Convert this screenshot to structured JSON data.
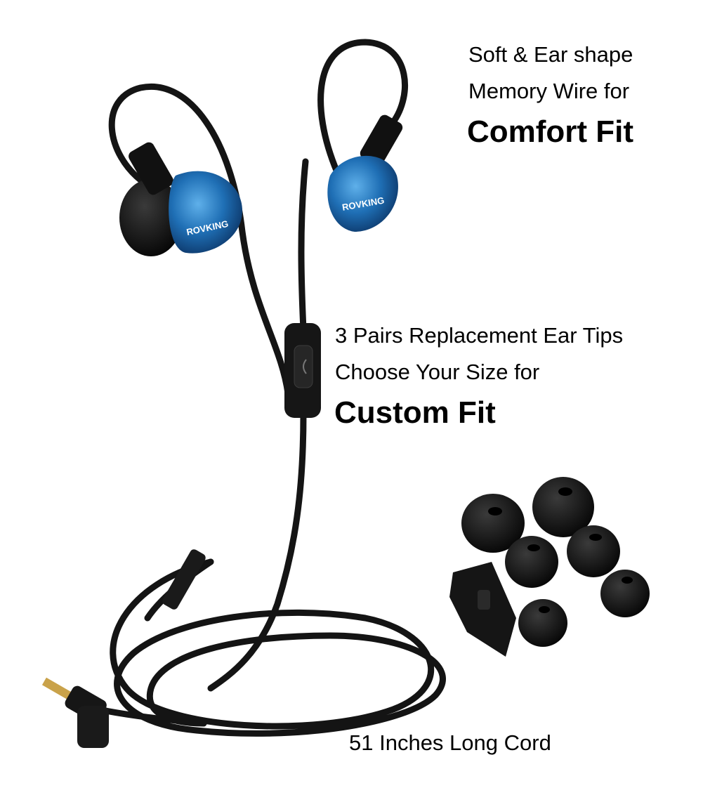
{
  "brand": "ROVKING",
  "callouts": {
    "comfort": {
      "line1": "Soft & Ear shape",
      "line2": "Memory Wire for",
      "headline": "Comfort Fit"
    },
    "custom": {
      "line1": "3 Pairs Replacement Ear Tips",
      "line2": "Choose Your Size for",
      "headline": "Custom Fit"
    },
    "cord": {
      "line1": "51 Inches Long Cord"
    }
  },
  "colors": {
    "earbud_shell": "#1f6fb5",
    "cable": "#141414",
    "tips": "#111111",
    "jack_gold": "#c9a24a"
  }
}
